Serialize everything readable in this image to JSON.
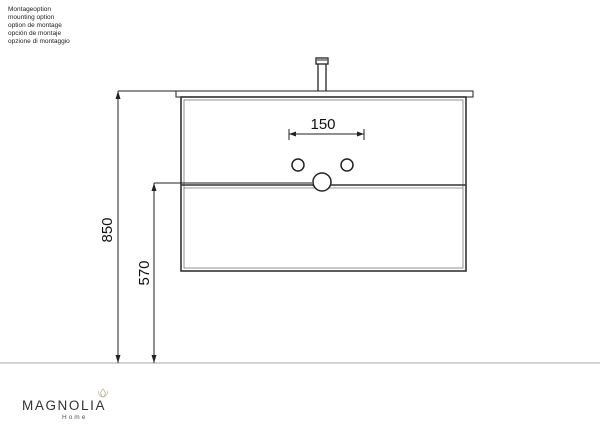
{
  "mounting_note": [
    "Montageoption",
    "mounting option",
    "option de montage",
    "opción de montaje",
    "opzione di montaggio"
  ],
  "dimensions": {
    "total_height": "850",
    "cabinet_height": "570",
    "tap_hole_spacing": "150"
  },
  "brand": {
    "name": "MAGNOLIA",
    "sub": "Home"
  },
  "colors": {
    "line": "#222222",
    "cabinet": "#333333",
    "floor": "#999999"
  }
}
